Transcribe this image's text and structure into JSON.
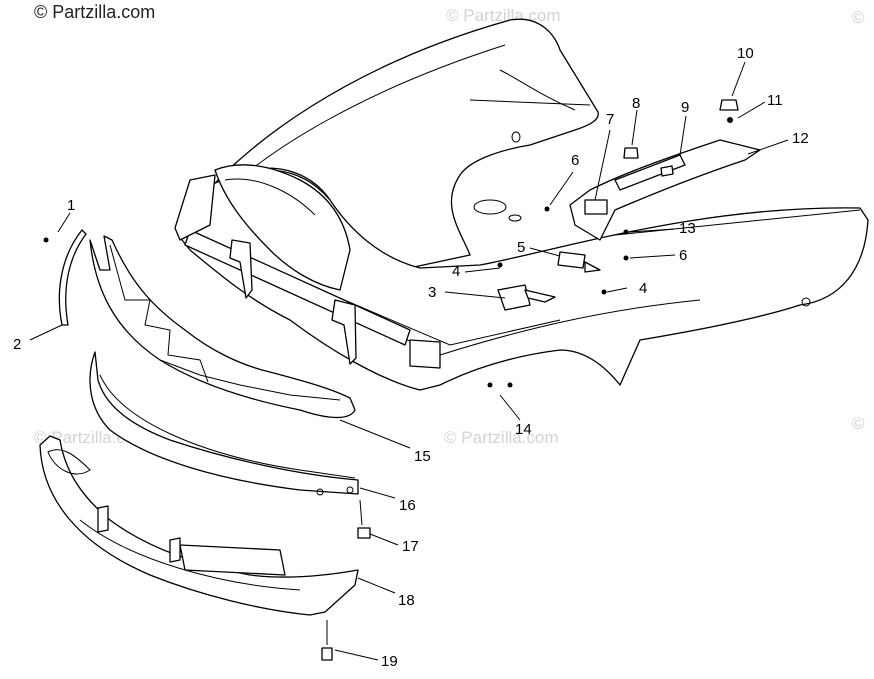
{
  "copyright": "© Partzilla.com",
  "watermark_text": "© Partzilla.com",
  "callouts": [
    {
      "id": "c1",
      "label": "1"
    },
    {
      "id": "c2",
      "label": "2"
    },
    {
      "id": "c3",
      "label": "3"
    },
    {
      "id": "c4a",
      "label": "4"
    },
    {
      "id": "c4b",
      "label": "4"
    },
    {
      "id": "c5",
      "label": "5"
    },
    {
      "id": "c6a",
      "label": "6"
    },
    {
      "id": "c6b",
      "label": "6"
    },
    {
      "id": "c7",
      "label": "7"
    },
    {
      "id": "c8",
      "label": "8"
    },
    {
      "id": "c9",
      "label": "9"
    },
    {
      "id": "c10",
      "label": "10"
    },
    {
      "id": "c11",
      "label": "11"
    },
    {
      "id": "c12",
      "label": "12"
    },
    {
      "id": "c13",
      "label": "13"
    },
    {
      "id": "c14",
      "label": "14"
    },
    {
      "id": "c15",
      "label": "15"
    },
    {
      "id": "c16",
      "label": "16"
    },
    {
      "id": "c17",
      "label": "17"
    },
    {
      "id": "c18",
      "label": "18"
    },
    {
      "id": "c19",
      "label": "19"
    }
  ]
}
